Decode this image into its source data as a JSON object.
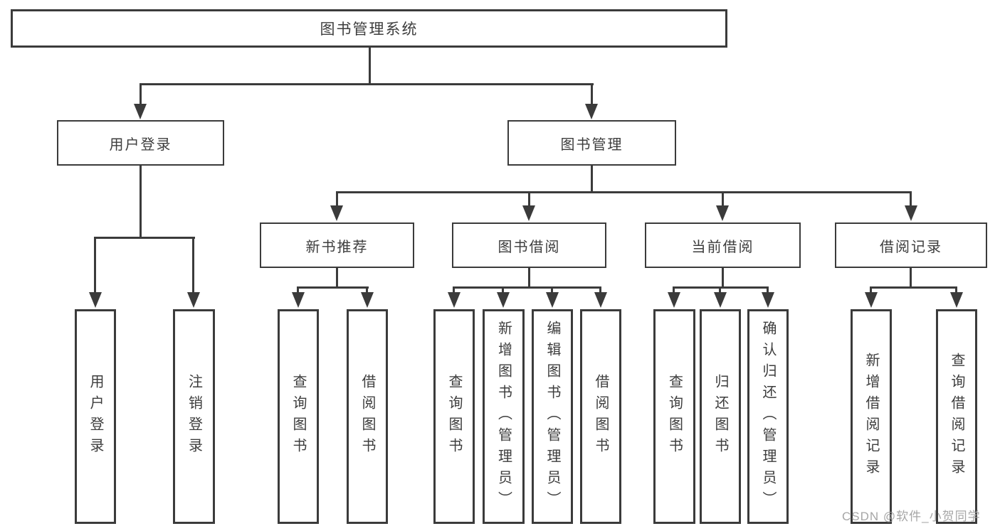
{
  "colors": {
    "line": "#3b3b3b",
    "text": "#3d3d3d",
    "watermark": "#9e9e9e",
    "background": "#ffffff"
  },
  "watermark": "CSDN @软件_小贺同学",
  "tree": {
    "label": "图书管理系统",
    "children": [
      {
        "label": "用户登录",
        "children": [
          {
            "label": "用户登录"
          },
          {
            "label": "注销登录"
          }
        ]
      },
      {
        "label": "图书管理",
        "children": [
          {
            "label": "新书推荐",
            "children": [
              {
                "label": "查询图书"
              },
              {
                "label": "借阅图书"
              }
            ]
          },
          {
            "label": "图书借阅",
            "children": [
              {
                "label": "查询图书"
              },
              {
                "label": "新增图书（管理员）"
              },
              {
                "label": "编辑图书（管理员）"
              },
              {
                "label": "借阅图书"
              }
            ]
          },
          {
            "label": "当前借阅",
            "children": [
              {
                "label": "查询图书"
              },
              {
                "label": "归还图书"
              },
              {
                "label": "确认归还（管理员）"
              }
            ]
          },
          {
            "label": "借阅记录",
            "children": [
              {
                "label": "新增借阅记录"
              },
              {
                "label": "查询借阅记录"
              }
            ]
          }
        ]
      }
    ]
  }
}
